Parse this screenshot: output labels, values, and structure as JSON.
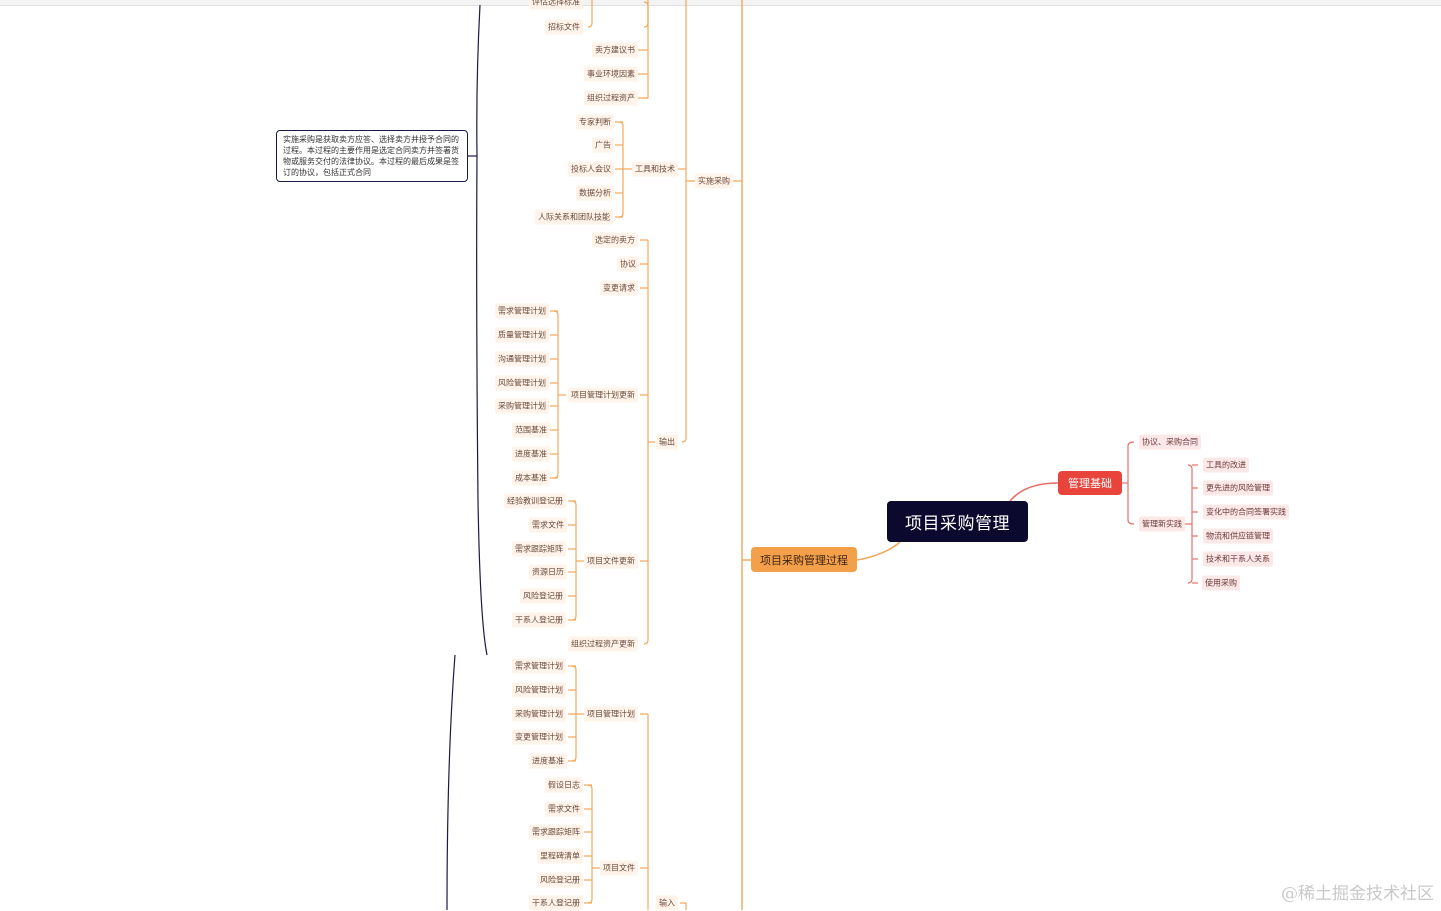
{
  "root": "项目采购管理",
  "branch_process": "项目采购管理过程",
  "branch_basis": "管理基础",
  "callout": "实施采购是获取卖方应答、选择卖方并授予合同的过程。本过程的主要作用是选定合同卖方并签署货物或服务交付的法律协议。本过程的最后成果是签订的协议，包括正式合同",
  "implement": {
    "label": "实施采购",
    "inputs_top": [
      "评估选择标准",
      "招标文件",
      "卖方建议书",
      "事业环境因素",
      "组织过程资产"
    ],
    "tools": {
      "label": "工具和技术",
      "items": [
        "专家判断",
        "广告",
        "投标人会议",
        "数据分析",
        "人际关系和团队技能"
      ]
    },
    "output": {
      "label": "输出",
      "items": [
        "选定的卖方",
        "协议",
        "变更请求"
      ],
      "plan_update": {
        "label": "项目管理计划更新",
        "items": [
          "需求管理计划",
          "质量管理计划",
          "沟通管理计划",
          "风险管理计划",
          "采购管理计划",
          "范围基准",
          "进度基准",
          "成本基准"
        ]
      },
      "doc_update": {
        "label": "项目文件更新",
        "items": [
          "经验教训登记册",
          "需求文件",
          "需求跟踪矩阵",
          "资源日历",
          "风险登记册",
          "干系人登记册"
        ]
      },
      "org_update": "组织过程资产更新"
    }
  },
  "control": {
    "input_label": "输入",
    "plan": {
      "label": "项目管理计划",
      "items": [
        "需求管理计划",
        "风险管理计划",
        "采购管理计划",
        "变更管理计划",
        "进度基准"
      ]
    },
    "docs": {
      "label": "项目文件",
      "items": [
        "假设日志",
        "需求文件",
        "需求跟踪矩阵",
        "里程碑清单",
        "风险登记册",
        "干系人登记册"
      ]
    }
  },
  "basis": {
    "agreement": "协议、采购合同",
    "practice": {
      "label": "管理新实践",
      "items": [
        "工具的改进",
        "更先进的风险管理",
        "变化中的合同签署实践",
        "物流和供应链管理",
        "技术和干系人关系",
        "使用采购"
      ]
    }
  },
  "watermark": "@稀土掘金技术社区",
  "colors": {
    "root_bg": "#0b0a2e",
    "process_branch": "#f4a04a",
    "basis_branch": "#e8443c",
    "orange_line": "#f2a65a",
    "pink_line": "#e8706a",
    "orange_node_bg": "#fff3ea",
    "pink_node_bg": "#fde8e8"
  }
}
